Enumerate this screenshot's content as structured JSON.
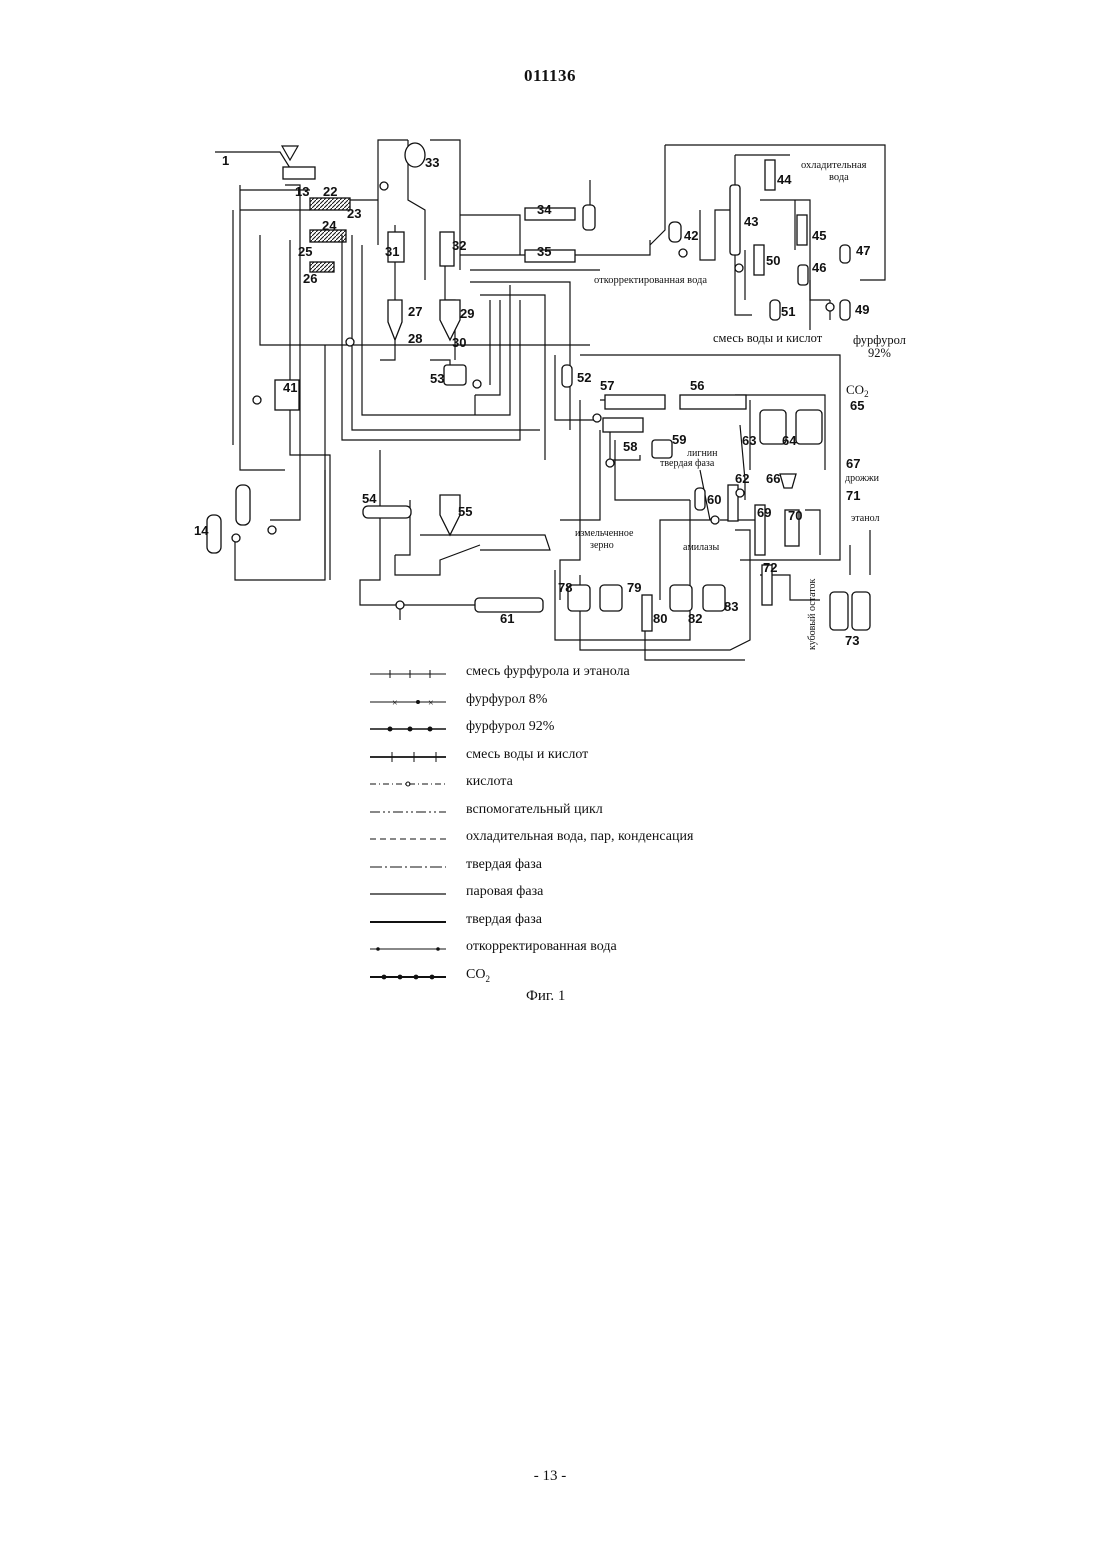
{
  "header": {
    "doc_number": "011136"
  },
  "diagram": {
    "unit_numbers": [
      "1",
      "13",
      "22",
      "23",
      "24",
      "25",
      "26",
      "33",
      "31",
      "32",
      "34",
      "35",
      "27",
      "28",
      "29",
      "30",
      "53",
      "41",
      "14",
      "42",
      "43",
      "44",
      "45",
      "46",
      "47",
      "50",
      "51",
      "49",
      "52",
      "57",
      "56",
      "58",
      "59",
      "63",
      "64",
      "65",
      "66",
      "67",
      "62",
      "60",
      "71",
      "54",
      "55",
      "69",
      "70",
      "72",
      "61",
      "78",
      "79",
      "80",
      "82",
      "83",
      "73"
    ],
    "labels": {
      "cooling_water": "охладительная вода",
      "corrected_water": "откорректированная вода",
      "water_acid_mix": "смесь воды и кислот",
      "furfural": "фурфурол",
      "furfural_pct": "92%",
      "co2": "CO",
      "co2_sub": "2",
      "lignin": "лигнин",
      "solid_phase": "твердая фаза",
      "yeast": "дрожжи",
      "ethanol": "этанол",
      "ground_grain": "измельченное зерно",
      "amylases": "амилазы",
      "still_bottoms": "кубовый остаток"
    }
  },
  "legend": [
    {
      "text": "смесь фурфурола и этанола",
      "style": "ticks"
    },
    {
      "text": "фурфурол 8%",
      "style": "x-dots"
    },
    {
      "text": "фурфурол 92%",
      "style": "dots-bold"
    },
    {
      "text": "смесь воды и кислот",
      "style": "plus"
    },
    {
      "text": "кислота",
      "style": "dash-dot-circ"
    },
    {
      "text": "вспомогательный цикл",
      "style": "dash-dot-dot"
    },
    {
      "text": "охладительная вода, пар, конденсация",
      "style": "dashed"
    },
    {
      "text": "твердая фаза",
      "style": "dash-dot"
    },
    {
      "text": "паровая фаза",
      "style": "solid"
    },
    {
      "text": "твердая фаза",
      "style": "solid-bold"
    },
    {
      "text": "откорректированная вода",
      "style": "dot-tick"
    },
    {
      "text": "CO",
      "sub": "2",
      "style": "dots-heavy"
    }
  ],
  "caption": "Фиг. 1",
  "footer": {
    "page_number": "- 13 -"
  }
}
